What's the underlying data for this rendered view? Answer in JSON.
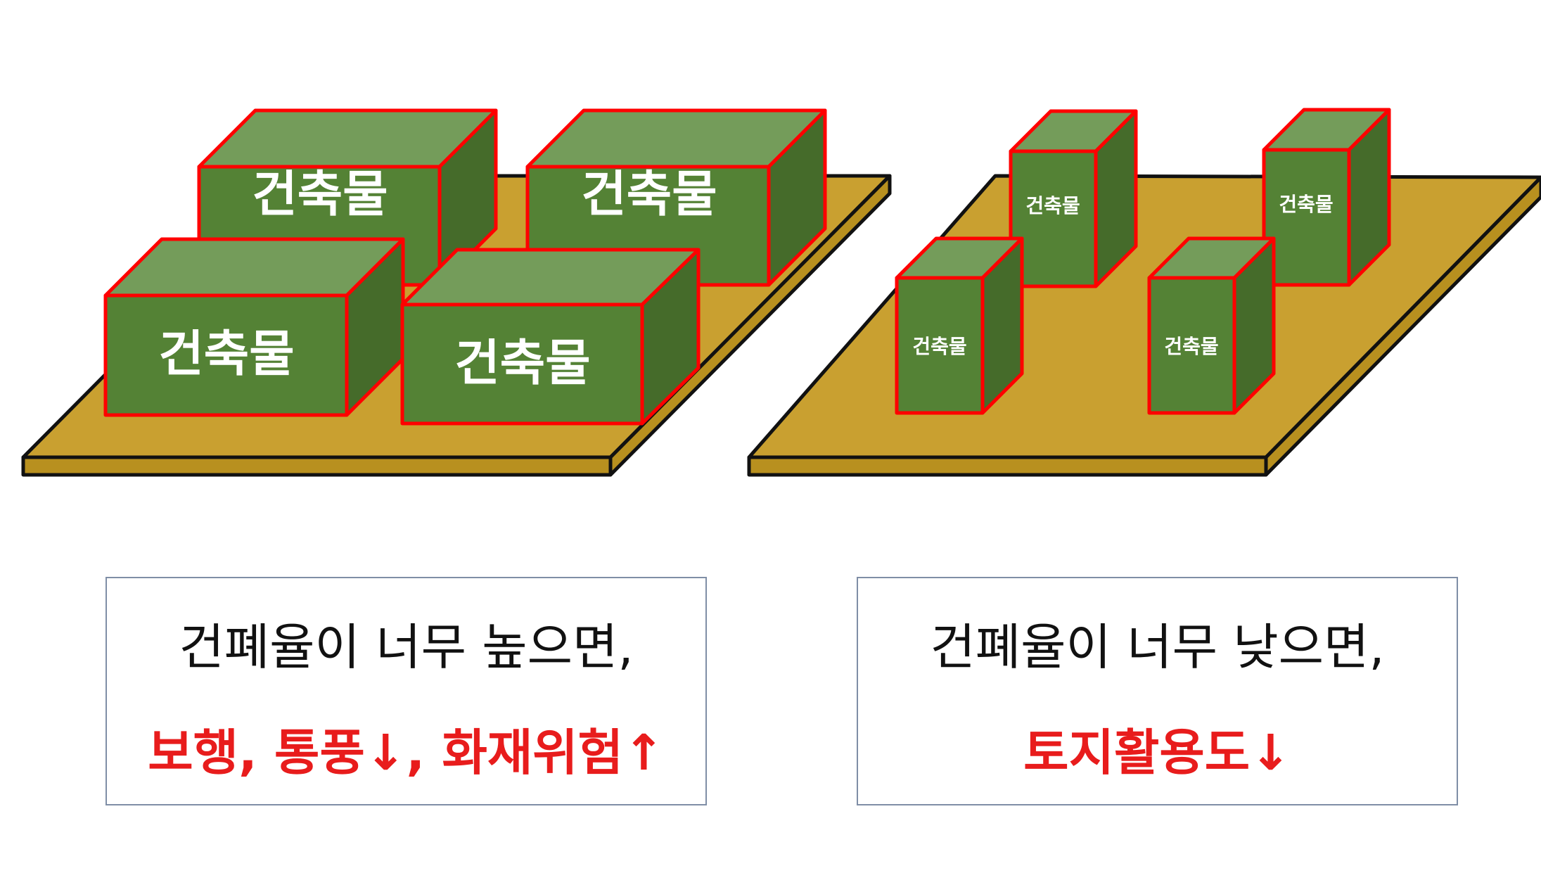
{
  "building_label": "건축물",
  "colors": {
    "ground_top": "#c9a030",
    "ground_side": "#b8901f",
    "box_front": "#548235",
    "box_top": "#749c5a",
    "box_side": "#456b2a",
    "box_outline": "#ff0000",
    "highlight_text": "#e81c1c"
  },
  "high_coverage": {
    "line1": "건폐율이 너무 높으면,",
    "line2": "보행, 통풍↓, 화재위험↑"
  },
  "low_coverage": {
    "line1": "건폐율이 너무 낮으면,",
    "line2": "토지활용도↓"
  }
}
